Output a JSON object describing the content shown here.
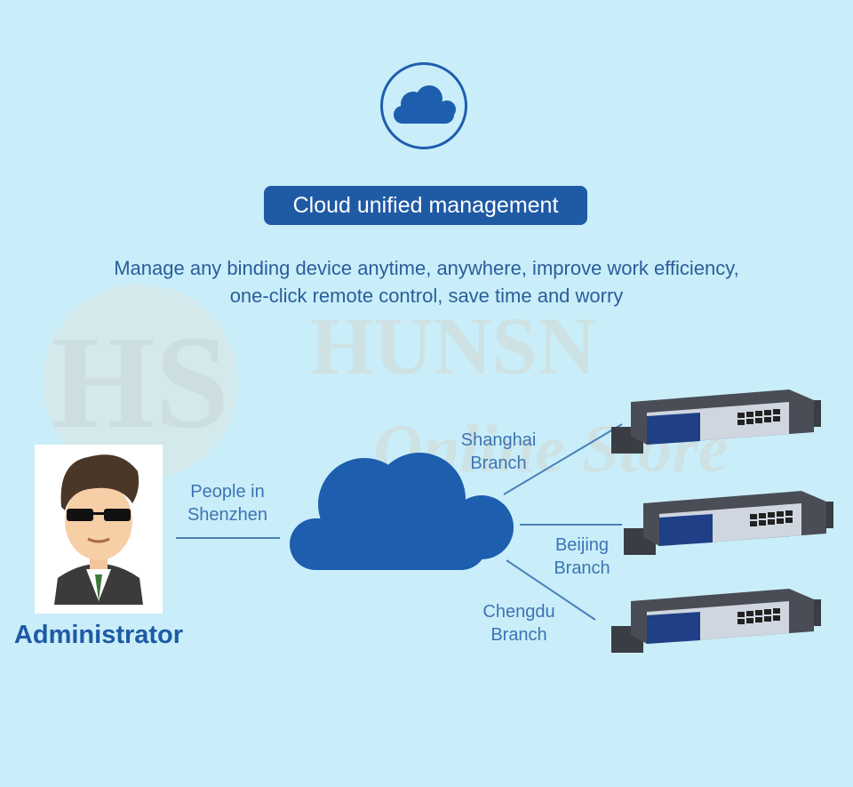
{
  "feature": {
    "icon": "cloud-icon",
    "title": "Cloud unified management",
    "description_line1": "Manage any binding device anytime, anywhere, improve work efficiency,",
    "description_line2": "one-click remote control, save time and worry"
  },
  "watermark": {
    "logo": "HS monogram",
    "text_line1": "HUNSN",
    "text_line2": "Online Store"
  },
  "admin": {
    "icon": "administrator-avatar-icon",
    "label": "Administrator",
    "location_line1": "People in",
    "location_line2": "Shenzhen"
  },
  "hub": {
    "icon": "cloud-icon"
  },
  "branches": [
    {
      "line1": "Shanghai",
      "line2": "Branch",
      "device": "firewall-appliance-icon"
    },
    {
      "line1": "Beijing",
      "line2": "Branch",
      "device": "firewall-appliance-icon"
    },
    {
      "line1": "Chengdu",
      "line2": "Branch",
      "device": "firewall-appliance-icon"
    }
  ],
  "colors": {
    "background": "#c9eef9",
    "brand_blue": "#1f5aa5",
    "cloud_blue": "#1d5eae",
    "label_blue": "#3d74b4",
    "line": "#4a7fb8"
  }
}
